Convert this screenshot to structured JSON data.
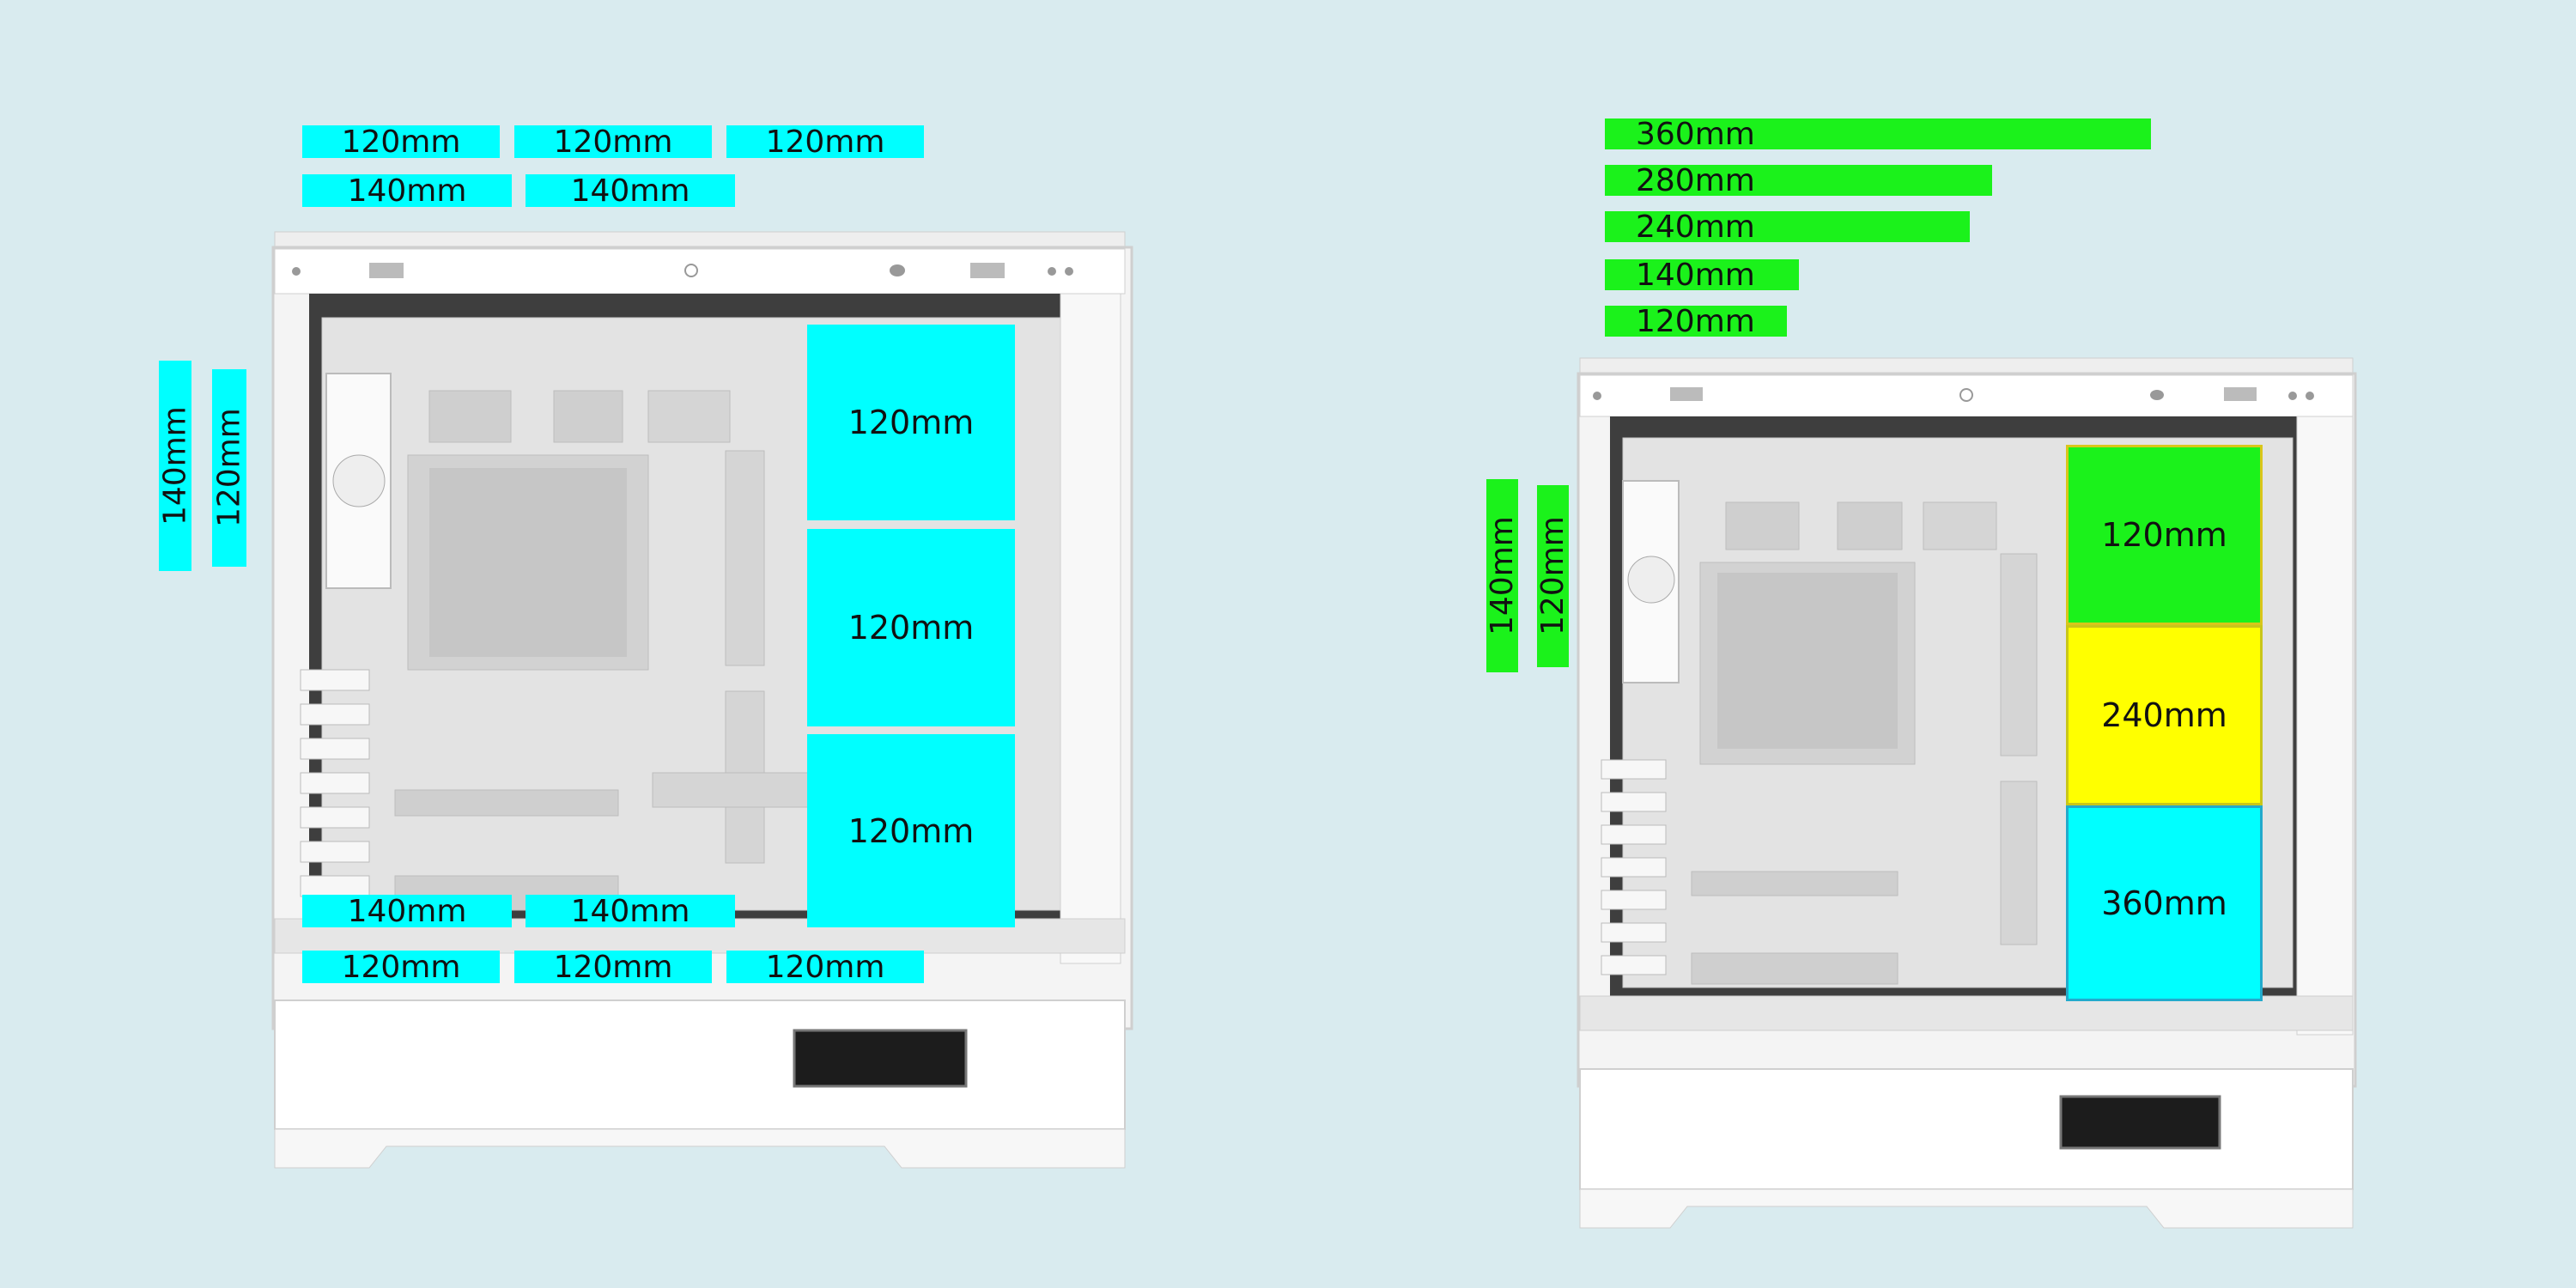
{
  "left_case": {
    "top_labels_row1": [
      "120mm",
      "120mm",
      "120mm"
    ],
    "top_labels_row2": [
      "140mm",
      "140mm"
    ],
    "side_labels": [
      "140mm",
      "120mm"
    ],
    "front_boxes": [
      "120mm",
      "120mm",
      "120mm"
    ],
    "bottom_labels_row1": [
      "140mm",
      "140mm"
    ],
    "bottom_labels_row2": [
      "120mm",
      "120mm",
      "120mm"
    ]
  },
  "right_case": {
    "top_bars": [
      "360mm",
      "280mm",
      "240mm",
      "140mm",
      "120mm"
    ],
    "side_labels": [
      "140mm",
      "120mm"
    ],
    "front_boxes": [
      "120mm",
      "240mm",
      "360mm"
    ]
  },
  "colors": {
    "cyan": "#00ffff",
    "green": "#1bf21b",
    "yellow": "#ffff00",
    "background": "#d9ebef"
  }
}
